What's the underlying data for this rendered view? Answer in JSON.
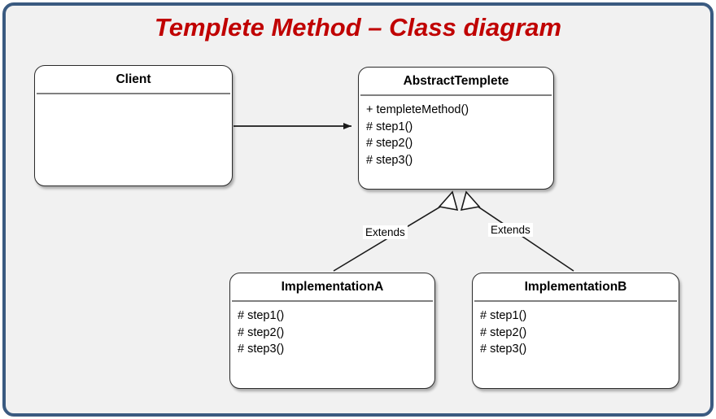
{
  "title": "Templete Method – Class diagram",
  "theme": {
    "frame_border": "#3a5a80",
    "canvas_background": "#f1f1f1",
    "title_color": "#c00000",
    "box_fill": "#ffffff",
    "box_border": "#2b2b2b",
    "divider": "#808080",
    "line": "#1a1a1a"
  },
  "classes": [
    {
      "id": "client",
      "name": "Client",
      "members": []
    },
    {
      "id": "abstract",
      "name": "AbstractTemplete",
      "members": [
        "+ templeteMethod()",
        "# step1()",
        "# step2()",
        "# step3()"
      ]
    },
    {
      "id": "impl-a",
      "name": "ImplementationA",
      "members": [
        "# step1()",
        "# step2()",
        "# step3()"
      ]
    },
    {
      "id": "impl-b",
      "name": "ImplementationB",
      "members": [
        "# step1()",
        "# step2()",
        "# step3()"
      ]
    }
  ],
  "relationships": [
    {
      "id": "client-to-abstract",
      "from": "Client",
      "to": "AbstractTemplete",
      "kind": "association",
      "arrowhead": "solid-filled-triangle",
      "label": ""
    },
    {
      "id": "impl-a-extends-abstract",
      "from": "ImplementationA",
      "to": "AbstractTemplete",
      "kind": "generalization",
      "arrowhead": "hollow-triangle",
      "label": "Extends"
    },
    {
      "id": "impl-b-extends-abstract",
      "from": "ImplementationB",
      "to": "AbstractTemplete",
      "kind": "generalization",
      "arrowhead": "hollow-triangle",
      "label": "Extends"
    }
  ]
}
